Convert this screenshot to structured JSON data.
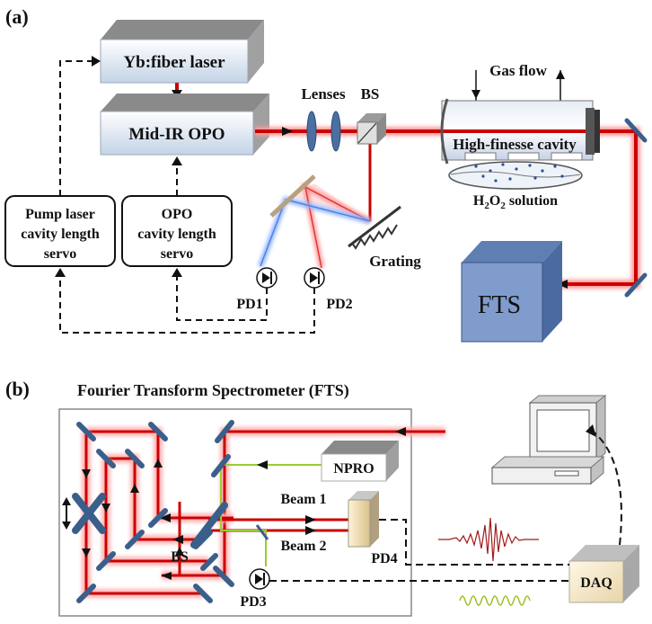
{
  "panel_a": {
    "tag": "(a)",
    "laser": "Yb:fiber laser",
    "opo": "Mid-IR OPO",
    "lenses": "Lenses",
    "bs": "BS",
    "gas_flow": "Gas flow",
    "cavity": "High-finesse cavity",
    "solution_pre": "H",
    "solution_sub1": "2",
    "solution_mid": "O",
    "solution_sub2": "2",
    "solution_post": " solution",
    "pump_servo_1": "Pump laser",
    "pump_servo_2": "cavity length",
    "pump_servo_3": "servo",
    "opo_servo_1": "OPO",
    "opo_servo_2": "cavity length",
    "opo_servo_3": "servo",
    "grating": "Grating",
    "pd1": "PD1",
    "pd2": "PD2",
    "fts": "FTS"
  },
  "panel_b": {
    "tag": "(b)",
    "title": "Fourier Transform Spectrometer (FTS)",
    "npro": "NPRO",
    "beam1": "Beam 1",
    "beam2": "Beam 2",
    "bs": "BS",
    "pd3": "PD3",
    "pd4": "PD4",
    "daq": "DAQ"
  },
  "colors": {
    "beam_red": "#cc0000",
    "beam_glow": "#ff9a9a",
    "npro_green": "#99cc33",
    "mirror": "#3a5f8a",
    "box_top": "#8c8c8c",
    "fts_face": "#7f9ccc",
    "daq_face": "#f4e7c5"
  }
}
